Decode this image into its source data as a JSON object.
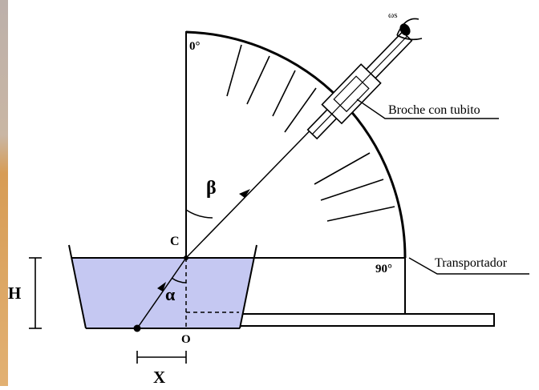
{
  "labels": {
    "zero_deg": "0°",
    "ninety_deg": "90°",
    "beta": "β",
    "alpha": "α",
    "point_c": "C",
    "point_o": "O",
    "h": "H",
    "x": "X",
    "eye_mark": "ωs",
    "clip_tube": "Broche con tubito",
    "protractor": "Transportador"
  },
  "colors": {
    "water": "#c5c8f2",
    "ink": "#000000",
    "left_strip_top": "#bfb3ad",
    "left_strip_bottom": "#d9a564"
  }
}
